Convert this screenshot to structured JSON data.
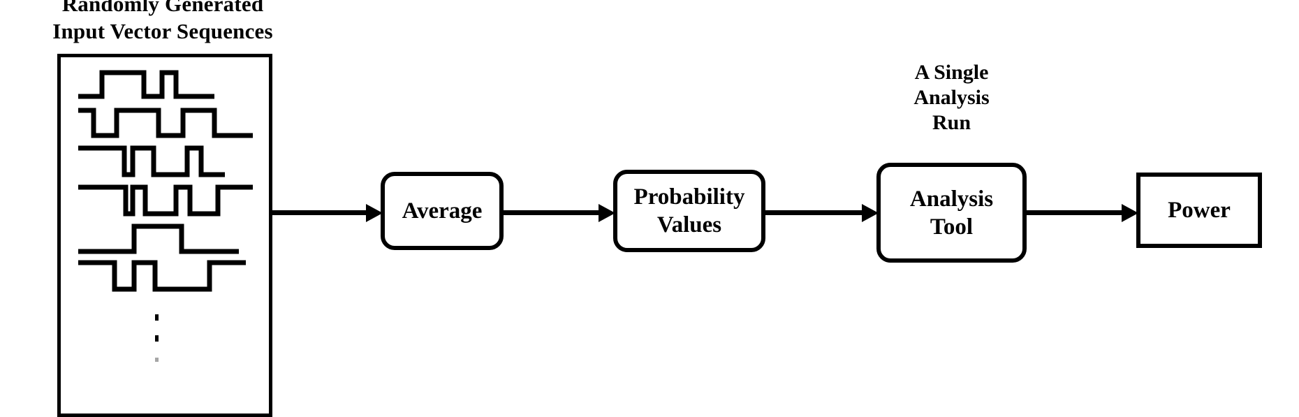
{
  "diagram": {
    "title": {
      "line1": "Randomly Generated",
      "line2": "Input Vector Sequences"
    },
    "input_container": {
      "name": "input-vector-sequences-box",
      "ellipsis_symbol": "vertical-ellipsis",
      "waveform_count": 6,
      "waveforms": [
        {
          "name": "input-vector-waveform-1",
          "pattern": "low, high, low, short-high, low"
        },
        {
          "name": "input-vector-waveform-2",
          "pattern": "high, low, high, low, high, low"
        },
        {
          "name": "input-vector-waveform-3",
          "pattern": "high, narrow-low, high, low, high, low"
        },
        {
          "name": "input-vector-waveform-4",
          "pattern": "high, narrow-low, high, low, high, low, high"
        },
        {
          "name": "input-vector-waveform-5",
          "pattern": "low, high, low"
        },
        {
          "name": "input-vector-waveform-6",
          "pattern": "high, low, high, low, high"
        }
      ]
    },
    "nodes": [
      {
        "id": "average",
        "label": "Average",
        "shape": "rounded-rect"
      },
      {
        "id": "probability",
        "label": "Probability\nValues",
        "shape": "rounded-rect"
      },
      {
        "id": "analysis",
        "label": "Analysis\nTool",
        "shape": "rounded-rect"
      },
      {
        "id": "power",
        "label": "Power",
        "shape": "rect"
      }
    ],
    "captions": {
      "analysis_run": {
        "line1": "A Single",
        "line2": "Analysis",
        "line3": "Run"
      }
    },
    "arrows": [
      {
        "id": "input-to-average",
        "from": "input-vector-sequences-box",
        "to": "average"
      },
      {
        "id": "average-to-probability",
        "from": "average",
        "to": "probability"
      },
      {
        "id": "probability-to-analysis",
        "from": "probability",
        "to": "analysis"
      },
      {
        "id": "analysis-to-power",
        "from": "analysis",
        "to": "power"
      }
    ],
    "colors": {
      "ink": "#000000",
      "paper": "#ffffff"
    }
  }
}
